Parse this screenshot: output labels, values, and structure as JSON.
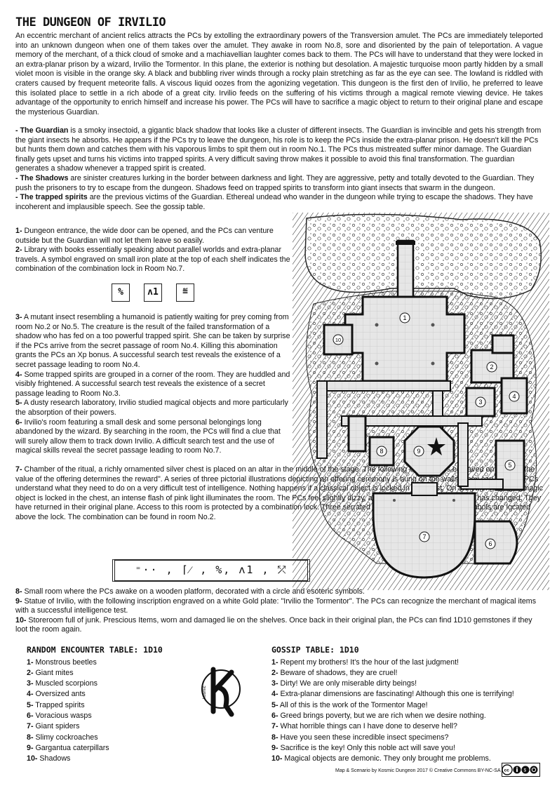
{
  "title": "THE DUNGEON OF IRVILIO",
  "intro": "An eccentric merchant of ancient relics attracts the PCs by extolling the extraordinary powers of the Transversion amulet. The PCs are immediately teleported into an unknown dungeon when one of them takes over the amulet. They awake in room No.8, sore and disoriented by the pain of teleportation. A vague memory of the merchant, of a thick cloud of smoke and a machiavellian laughter comes back to them. The PCs will have to understand that they were locked in an extra-planar prison by a wizard,  Irvilio the Tormentor. In this plane, the exterior is nothing but desolation. A majestic turquoise moon partly hidden by a small violet moon is visible in the orange sky. A black and bubbling river winds through a rocky plain stretching as far as the eye can see. The lowland is riddled with craters caused by frequent meteorite falls. A viscous liquid oozes from the agonizing vegetation. This dungeon is the first den of Irvilio, he preferred to leave this isolated place to settle in a rich abode of a great city. Irvilio feeds on the suffering of his victims through a magical remote viewing device. He takes advantage of the opportunity to enrich himself and increase his power. The PCs will have to sacrifice a magic object to return to their original plane and escape the mysterious Guardian.",
  "npcs": [
    {
      "name": "- The Guardian",
      "text": " is a smoky insectoid, a gigantic black shadow that looks like a cluster of different insects. The Guardian is invincible and gets his strength from the giant insects he absorbs. He appears if the PCs try to leave the dungeon, his role is to keep the PCs inside the extra-planar prison. He doesn't kill the PCs but hunts them down and catches them with his vaporous limbs to spit them out in room No.1. The PCs thus mistreated suffer minor damage. The Guardian finally gets upset and turns his victims into trapped spirits. A very difficult saving throw makes it possible to avoid this final transformation. The guardian generates a shadow whenever a trapped spirit is created."
    },
    {
      "name": "- The Shadows",
      "text": " are sinister creatures lurking in the border between darkness and light. They are aggressive, petty and totally devoted to the Guardian. They push the prisoners to try to escape from the dungeon. Shadows feed on trapped spirits to transform into giant insects that swarm in the dungeon."
    },
    {
      "name": "- The trapped spirits",
      "text": " are the previous victims of the Guardian. Ethereal undead who wander in the dungeon while trying to escape the shadows. They have incoherent and implausible speech. See the gossip table."
    }
  ],
  "rooms": [
    {
      "num": "1-",
      "text": " Dungeon entrance, the wide door can be opened, and the PCs can venture outside but the Guardian will not let them leave so easily."
    },
    {
      "num": "2-",
      "text": " Library with books essentially speaking about parallel worlds and extra-planar travels. A symbol engraved on small iron plate at the top of each shelf indicates the combination of the combination lock in Room No.7."
    },
    {
      "num": "3-",
      "text": " A mutant insect resembling a humanoid is patiently waiting for prey coming from room No.2 or No.5. The creature is the result of the failed transformation of a shadow who has fed on a too powerful trapped spirit. She can be taken by surprise if the PCs arrive from the secret passage of room No.4. Killing this abomination grants the PCs an Xp bonus. A successful search test reveals the existence of a secret passage leading to room No.4."
    },
    {
      "num": "4-",
      "text": " Some trapped spirits are grouped in a corner of the room. They are huddled and visibly frightened. A successful search test reveals the existence of a secret passage leading to Room No.3."
    },
    {
      "num": "5-",
      "text": " A dusty research laboratory, Irvilio studied magical objects and more particularly the absorption of their powers."
    },
    {
      "num": "6-",
      "text": " Irvilio's room featuring a small desk and some personal belongings long abandoned by the wizard. By searching in the room, the PCs will find a clue that will surely allow them to track down Irvilio. A difficult search test and the use of magical skills reveal the secret passage leading to room No.7."
    },
    {
      "num": "7-",
      "text": " Chamber of the ritual, a richly ornamented silver chest is placed on an altar in the middle of the stage. The following inscription is engraved on it: \"Only the value of the offering determines the reward\". A series of three pictorial illustrations depicting an offering ceremony is hung on the walls. They can help the PCs understand what they need to do on a very difficult test of intelligence. Nothing happens if a classical object is locked in the chest. On the other hand, if a magic object is locked in the chest, an intense flash of pink light illuminates the room. The PCs feel slightly dizzy, and realize that the environment has changed. They have returned in their original plane. Access to this room is protected by a combination lock. Three serrated wheels with a series of five symbols are located above the lock. The combination can be found in room No.2."
    },
    {
      "num": "8-",
      "text": " Small room where the PCs awake on a wooden platform, decorated with a circle and esoteric symbols."
    },
    {
      "num": "9-",
      "text": " Statue of Irvilio, with the following inscription engraved on a white Gold plate: \"Irvilio the Tormentor\". The PCs can recognize the merchant of magical items with a successful intelligence test."
    },
    {
      "num": "10-",
      "text": " Storeroom full of junk. Prescious Items, worn and damaged lie on the shelves. Once back in their original plan, the PCs can find 1D10 gemstones if they loot the room again."
    }
  ],
  "room2_symbols": [
    "%",
    "ʌ1",
    "≝"
  ],
  "combination": "⁼·· , ⌈⁄ , %, ʌ1 , ⤱",
  "encounter_table": {
    "title": "RANDOM ENCOUNTER TABLE: 1D10",
    "items": [
      {
        "num": "1-",
        "text": " Monstrous beetles"
      },
      {
        "num": "2-",
        "text": " Giant mites"
      },
      {
        "num": "3-",
        "text": " Muscled scorpions"
      },
      {
        "num": "4-",
        "text": " Oversized ants"
      },
      {
        "num": "5-",
        "text": " Trapped spirits"
      },
      {
        "num": "6-",
        "text": " Voracious wasps"
      },
      {
        "num": "7-",
        "text": " Giant spiders"
      },
      {
        "num": "8-",
        "text": " Slimy cockroaches"
      },
      {
        "num": "9-",
        "text": " Gargantua caterpillars"
      },
      {
        "num": "10-",
        "text": " Shadows"
      }
    ]
  },
  "gossip_table": {
    "title": "GOSSIP TABLE: 1D10",
    "items": [
      {
        "num": "1-",
        "text": " Repent my brothers! It's the hour of the last judgment!"
      },
      {
        "num": "2-",
        "text": " Beware of shadows, they are cruel!"
      },
      {
        "num": "3-",
        "text": " Dirty! We are only miserable dirty beings!"
      },
      {
        "num": "4-",
        "text": " Extra-planar dimensions are fascinating! Although this one is terrifying!"
      },
      {
        "num": "5-",
        "text": " All of this is the work of the Tormentor Mage!"
      },
      {
        "num": "6-",
        "text": " Greed brings poverty, but we are rich when we desire nothing."
      },
      {
        "num": "7-",
        "text": " What horrible things can I have done to deserve hell?"
      },
      {
        "num": "8-",
        "text": " Have you seen these incredible insect specimens?"
      },
      {
        "num": "9-",
        "text": " Sacrifice is the key! Only this noble act will save you!"
      },
      {
        "num": "10-",
        "text": " Magical objects are demonic. They only brought me problems."
      }
    ]
  },
  "credit": "Map & Scenario by Kosmic Dungeon 2017 © Creative Commons BY-NC-SA 4.0",
  "map_labels": [
    "1",
    "2",
    "3",
    "4",
    "5",
    "6",
    "7",
    "8",
    "9",
    "10"
  ],
  "logo_text": "kosmic"
}
